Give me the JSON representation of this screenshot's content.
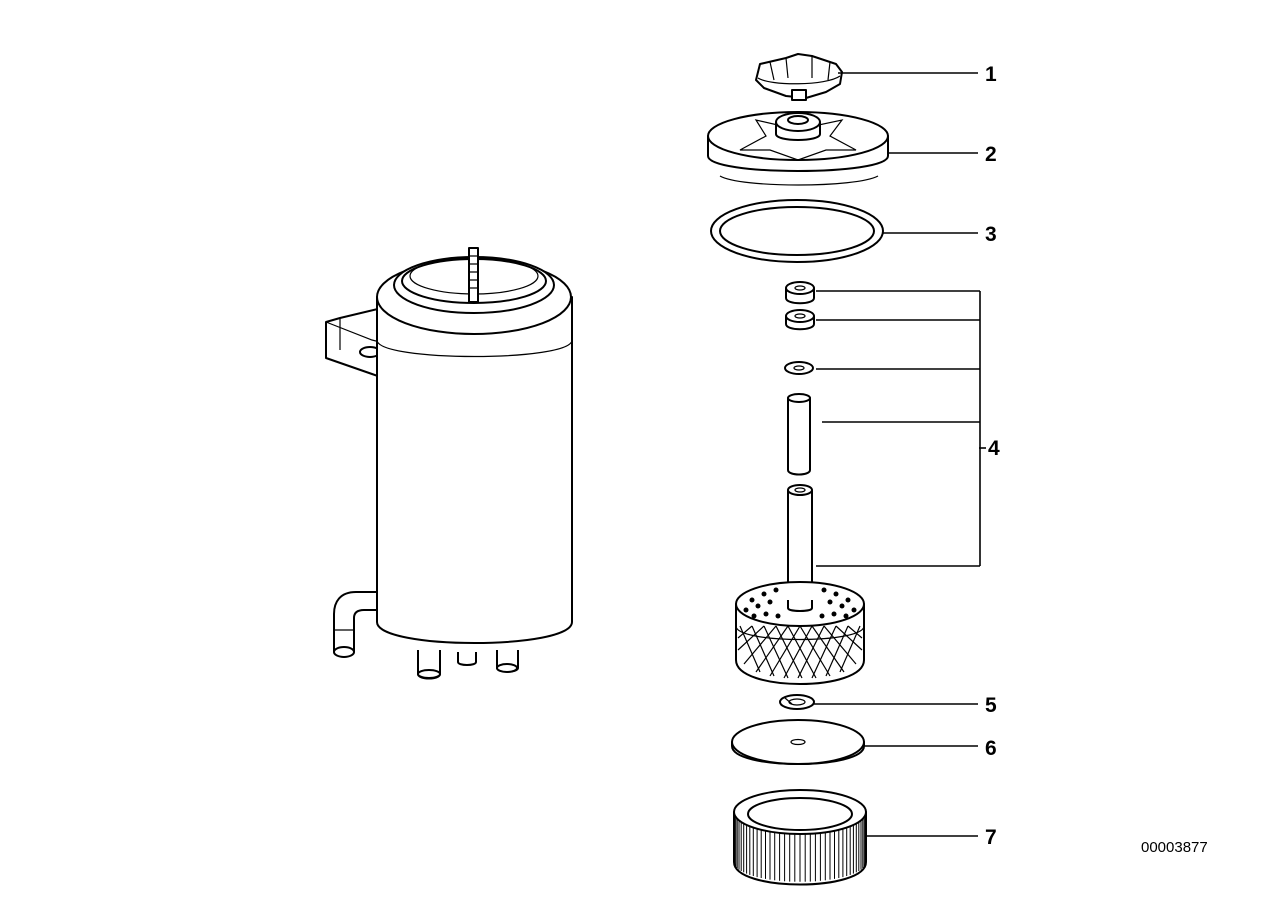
{
  "diagram": {
    "callouts": {
      "c1": "1",
      "c2": "2",
      "c3": "3",
      "c4": "4",
      "c5": "5",
      "c6": "6",
      "c7": "7"
    },
    "document_number": "00003877"
  }
}
